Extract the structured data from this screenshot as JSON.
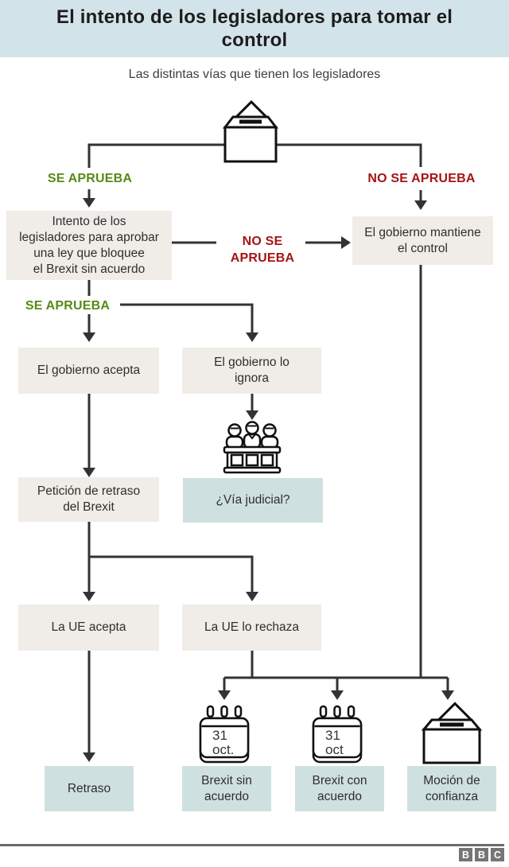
{
  "header": {
    "title": "El intento de los legisladores para tomar el\ncontrol",
    "subtitle": "Las distintas vías que tienen los legisladores"
  },
  "flow": {
    "approve_top": "SE APRUEBA",
    "reject_top": "NO SE APRUEBA",
    "reject_mid": "NO SE\nAPRUEBA",
    "approve_mid": "SE APRUEBA",
    "nodes": {
      "intento": "Intento de los\nlegisladores para aprobar\nuna ley que bloquee\nel Brexit sin acuerdo",
      "gobierno_mantiene": "El gobierno mantiene\nel control",
      "gobierno_acepta": "El gobierno acepta",
      "gobierno_ignora": "El gobierno lo\nignora",
      "via_judicial": "¿Vía judicial?",
      "peticion_retraso": "Petición de retraso\ndel Brexit",
      "ue_acepta": "La UE acepta",
      "ue_rechaza": "La UE lo rechaza",
      "retraso": "Retraso",
      "brexit_sin": "Brexit sin\nacuerdo",
      "brexit_con": "Brexit con\nacuerdo",
      "mocion": "Moción de\nconfianza"
    }
  },
  "icons": {
    "ballot_top": "ballot-box",
    "bench": "judicial-bench",
    "calendar_no_deal": {
      "day": "31",
      "month": "oct."
    },
    "calendar_deal": {
      "day": "31",
      "month": "oct"
    },
    "ballot_bottom": "ballot-box"
  },
  "footer": {
    "logo": [
      "B",
      "B",
      "C"
    ]
  },
  "colors": {
    "header_bg": "#d2e4ea",
    "node_neutral_bg": "#f0ede8",
    "node_outcome_bg": "#cfe0e0",
    "approve_green": "#588a16",
    "reject_red": "#a51414",
    "connector": "#333333",
    "footer_line_gray": "#6b6b6b",
    "logo_gray": "#757575"
  }
}
